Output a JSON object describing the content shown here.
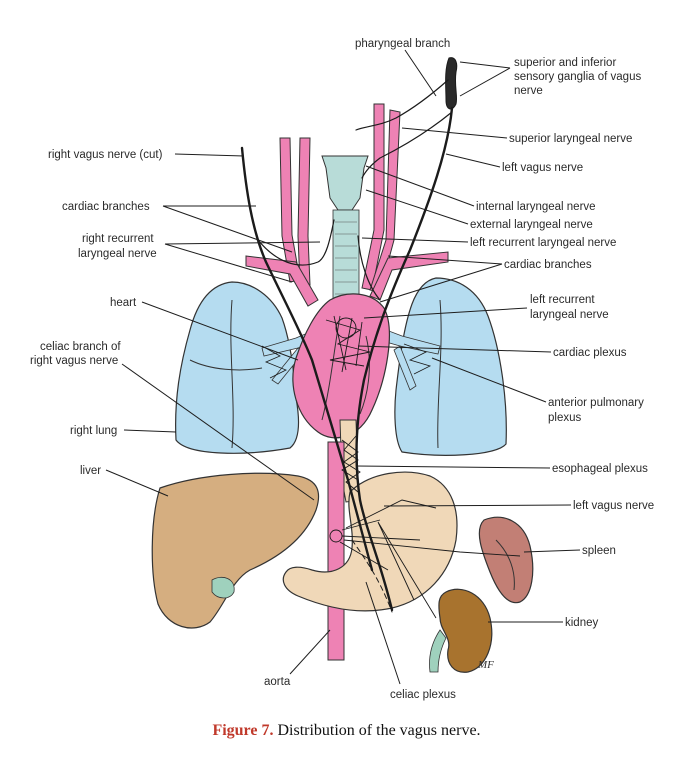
{
  "labels": {
    "pharyngeal_branch": "pharyngeal branch",
    "superior_inferior_ganglia": [
      "superior and inferior",
      "sensory ganglia of vagus",
      "nerve"
    ],
    "superior_laryngeal_nerve": "superior laryngeal nerve",
    "left_vagus_nerve_top": "left vagus nerve",
    "right_vagus_nerve_cut": "right vagus nerve (cut)",
    "cardiac_branches_left": "cardiac branches",
    "internal_laryngeal_nerve": "internal laryngeal nerve",
    "external_laryngeal_nerve": "external laryngeal nerve",
    "right_recurrent_laryngeal_nerve": [
      "right recurrent",
      "laryngeal nerve"
    ],
    "left_recurrent_laryngeal_nerve_top": "left recurrent laryngeal nerve",
    "cardiac_branches_right": "cardiac branches",
    "heart": "heart",
    "left_recurrent_laryngeal_nerve_mid": [
      "left recurrent",
      "laryngeal nerve"
    ],
    "celiac_branch": [
      "celiac branch of",
      "right vagus nerve"
    ],
    "cardiac_plexus": "cardiac plexus",
    "anterior_pulmonary_plexus": [
      "anterior pulmonary",
      "plexus"
    ],
    "right_lung": "right lung",
    "liver": "liver",
    "esophageal_plexus": "esophageal plexus",
    "left_vagus_nerve_bottom": "left vagus nerve",
    "spleen": "spleen",
    "kidney": "kidney",
    "aorta": "aorta",
    "celiac_plexus": "celiac plexus",
    "signature": "MF"
  },
  "caption": {
    "figure_number": "Figure 7.",
    "text": " Distribution of the vagus nerve."
  },
  "colors": {
    "lung": "#b5dcf0",
    "vessel": "#ee82b4",
    "liver": "#d5ae80",
    "stomach": "#f0d8b8",
    "spleen": "#c27f75",
    "kidney": "#a8732e",
    "larynx": "#b8dcd8",
    "caption_figure": "#c0392b"
  }
}
